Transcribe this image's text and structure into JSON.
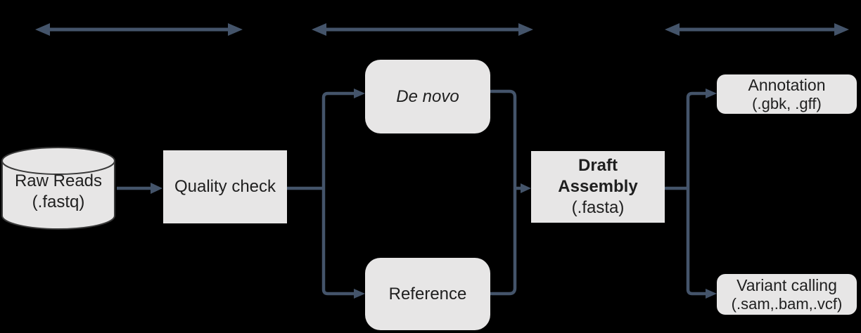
{
  "colors": {
    "background": "#000000",
    "accent_line": "#44546a",
    "node_fill": "#e7e6e6",
    "node_text": "#1f1f1f",
    "cylinder_outline": "#3a3a3a"
  },
  "nodes": {
    "raw_reads": {
      "title": "Raw Reads",
      "subtitle": "(.fastq)"
    },
    "quality_check": {
      "label": "Quality check"
    },
    "de_novo": {
      "label": "De novo"
    },
    "reference": {
      "label": "Reference"
    },
    "draft_assembly": {
      "line1": "Draft",
      "line2": "Assembly",
      "subtitle": "(.fasta)"
    },
    "annotation": {
      "title": "Annotation",
      "subtitle": "(.gbk, .gff)"
    },
    "variant_calling": {
      "title": "Variant calling",
      "subtitle": "(.sam,.bam,.vcf)"
    }
  }
}
